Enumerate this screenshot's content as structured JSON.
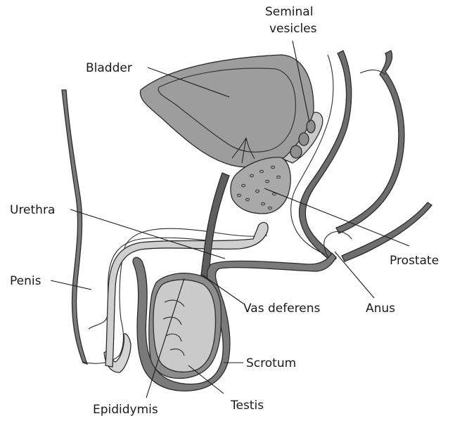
{
  "labels": {
    "seminal_vesicles_line1": "Seminal",
    "seminal_vesicles_line2": "vesicles",
    "bladder": "Bladder",
    "urethra": "Urethra",
    "penis": "Penis",
    "prostate": "Prostate",
    "vas_deferens": "Vas deferens",
    "anus": "Anus",
    "scrotum": "Scrotum",
    "testis": "Testis",
    "epididymis": "Epididymis"
  },
  "colors": {
    "dark_gray": "#6e6e6e",
    "medium_gray": "#9a9a9a",
    "light_gray": "#c9c9c9",
    "pale_gray": "#d9d9d9",
    "line": "#2b2b2b"
  }
}
